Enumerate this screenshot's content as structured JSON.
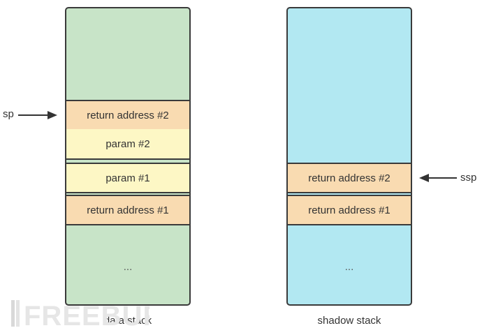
{
  "data_stack": {
    "caption": "data stack",
    "cells": [
      {
        "label": "return address #2",
        "kind": "return"
      },
      {
        "label": "param #2",
        "kind": "param"
      },
      {
        "label": "param #1",
        "kind": "param"
      },
      {
        "label": "return address #1",
        "kind": "return"
      }
    ],
    "ellipsis": "...",
    "pointer": {
      "label": "sp",
      "points_to": "return address #2"
    }
  },
  "shadow_stack": {
    "caption": "shadow stack",
    "cells": [
      {
        "label": "return address #2",
        "kind": "return"
      },
      {
        "label": "return address #1",
        "kind": "return"
      }
    ],
    "ellipsis": "...",
    "pointer": {
      "label": "ssp",
      "points_to": "return address #2"
    }
  },
  "watermark": {
    "text": "FREEBUF"
  },
  "colors": {
    "data_stack_fill": "#c8e4c8",
    "shadow_stack_fill": "#b2e8f2",
    "return_address_fill": "#f9dbb1",
    "param_fill": "#fdf7c5",
    "border": "#3a3a3a"
  }
}
